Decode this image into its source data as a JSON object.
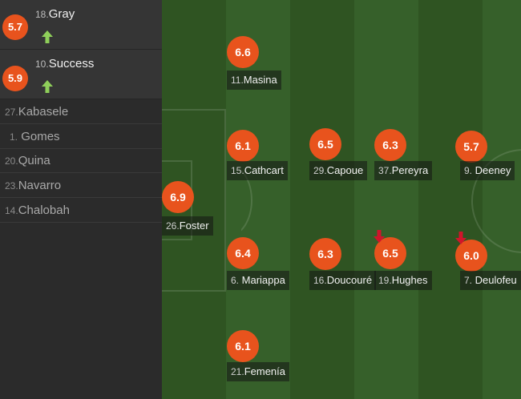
{
  "subs_in": [
    {
      "number": "18.",
      "name": "Gray",
      "rating": "5.7"
    },
    {
      "number": "10.",
      "name": "Success",
      "rating": "5.9"
    }
  ],
  "bench": [
    {
      "number": "27.",
      "name": "Kabasele"
    },
    {
      "number": "1.",
      "name": "Gomes"
    },
    {
      "number": "20.",
      "name": "Quina"
    },
    {
      "number": "23.",
      "name": "Navarro"
    },
    {
      "number": "14.",
      "name": "Chalobah"
    }
  ],
  "players": [
    {
      "id": "foster",
      "number": "26.",
      "name": "Foster",
      "rating": "6.9"
    },
    {
      "id": "masina",
      "number": "11.",
      "name": "Masina",
      "rating": "6.6"
    },
    {
      "id": "cathcart",
      "number": "15.",
      "name": "Cathcart",
      "rating": "6.1"
    },
    {
      "id": "mariappa",
      "number": "6.",
      "name": "Mariappa",
      "rating": "6.4"
    },
    {
      "id": "femenia",
      "number": "21.",
      "name": "Femenía",
      "rating": "6.1"
    },
    {
      "id": "capoue",
      "number": "29.",
      "name": "Capoue",
      "rating": "6.5"
    },
    {
      "id": "doucoure",
      "number": "16.",
      "name": "Doucouré",
      "rating": "6.3"
    },
    {
      "id": "pereyra",
      "number": "37.",
      "name": "Pereyra",
      "rating": "6.3"
    },
    {
      "id": "hughes",
      "number": "19.",
      "name": "Hughes",
      "rating": "6.5"
    },
    {
      "id": "deeney",
      "number": "9.",
      "name": "Deeney",
      "rating": "5.7"
    },
    {
      "id": "deulofeu",
      "number": "7.",
      "name": "Deulofeu",
      "rating": "6.0"
    }
  ],
  "colors": {
    "rating_badge": "#e8531d",
    "sub_in_arrow": "#8fcf5a",
    "sub_out_arrow": "#d0152b"
  }
}
